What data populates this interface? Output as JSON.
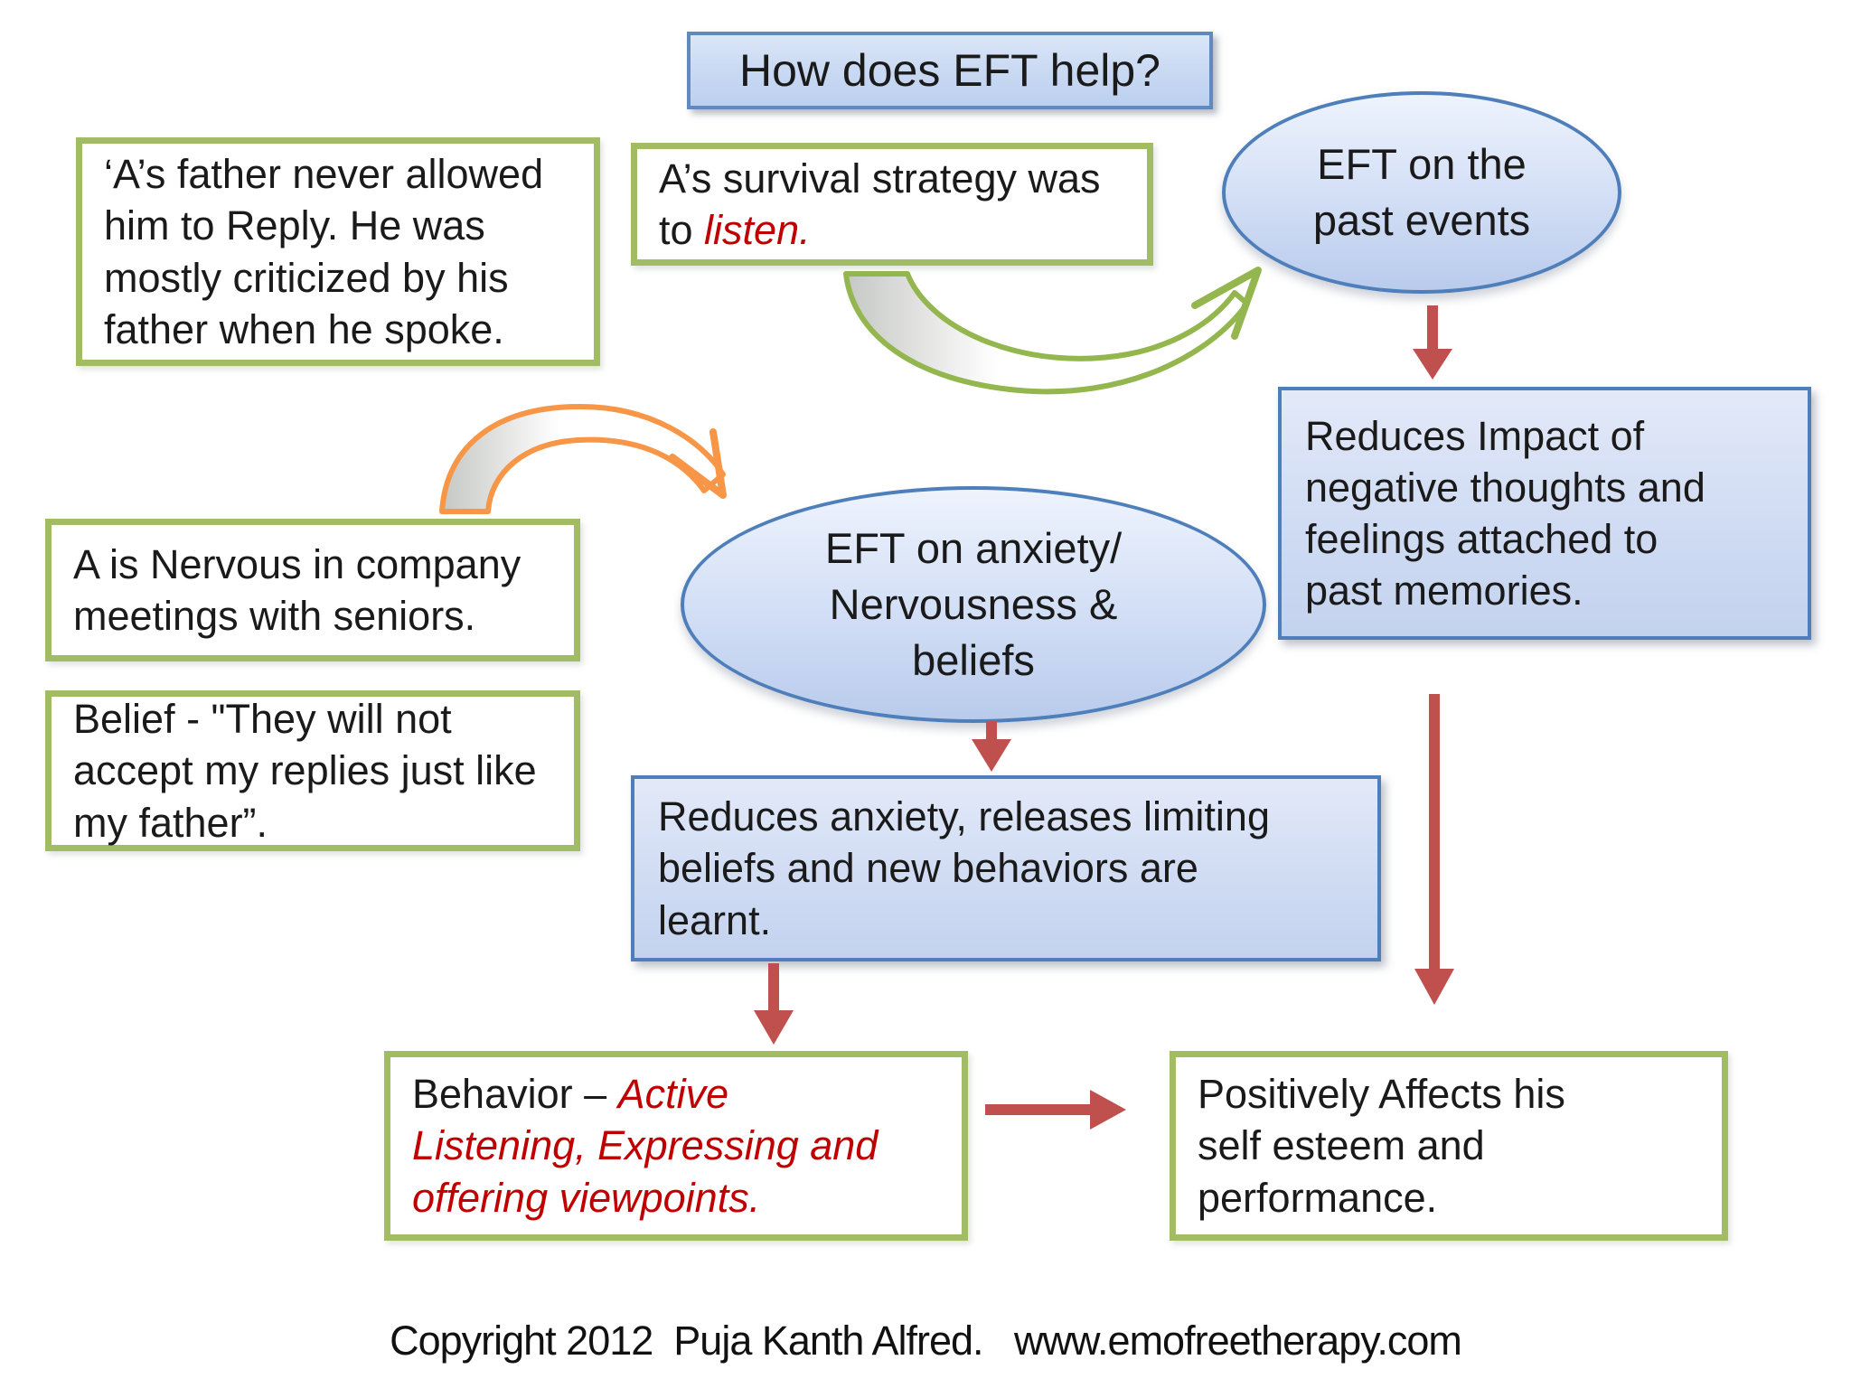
{
  "slide": {
    "title": "How does EFT help?",
    "footer": "Copyright 2012  Puja Kanth Alfred.   www.emofreetherapy.com"
  },
  "boxes": {
    "father": {
      "text": "‘A’s father never allowed\nhim to Reply.  He was\nmostly criticized by his\nfather when he spoke."
    },
    "survival": {
      "text_black": "A’s survival strategy was\nto ",
      "text_red": "listen."
    },
    "nervous": {
      "text": "A is Nervous in company\nmeetings with seniors."
    },
    "belief": {
      "text": "Belief - \"They will not\naccept my replies just like\nmy father”."
    },
    "reduces_impact": {
      "text": "Reduces Impact of\nnegative thoughts and\nfeelings attached to\npast memories."
    },
    "reduces_anxiety": {
      "text": "Reduces anxiety, releases limiting\nbeliefs and new behaviors are\nlearnt."
    },
    "behavior": {
      "text_black": "Behavior – ",
      "text_red": "Active\nListening, Expressing and\noffering viewpoints."
    },
    "positively": {
      "text": "Positively Affects his\nself esteem and\nperformance."
    }
  },
  "ellipses": {
    "past": {
      "text": "EFT on the\npast events"
    },
    "anxiety": {
      "text": "EFT on anxiety/\nNervousness &\nbeliefs"
    }
  },
  "colors": {
    "blue_border": "#4f7fba",
    "blue_fill_top": "#e3e9f8",
    "blue_fill_bottom": "#c3d2ee",
    "green_border": "#a1bc62",
    "orange_arrow": "#f79646",
    "green_arrow": "#94b64e",
    "red_arrow": "#c0504d",
    "red_text": "#c00000"
  }
}
